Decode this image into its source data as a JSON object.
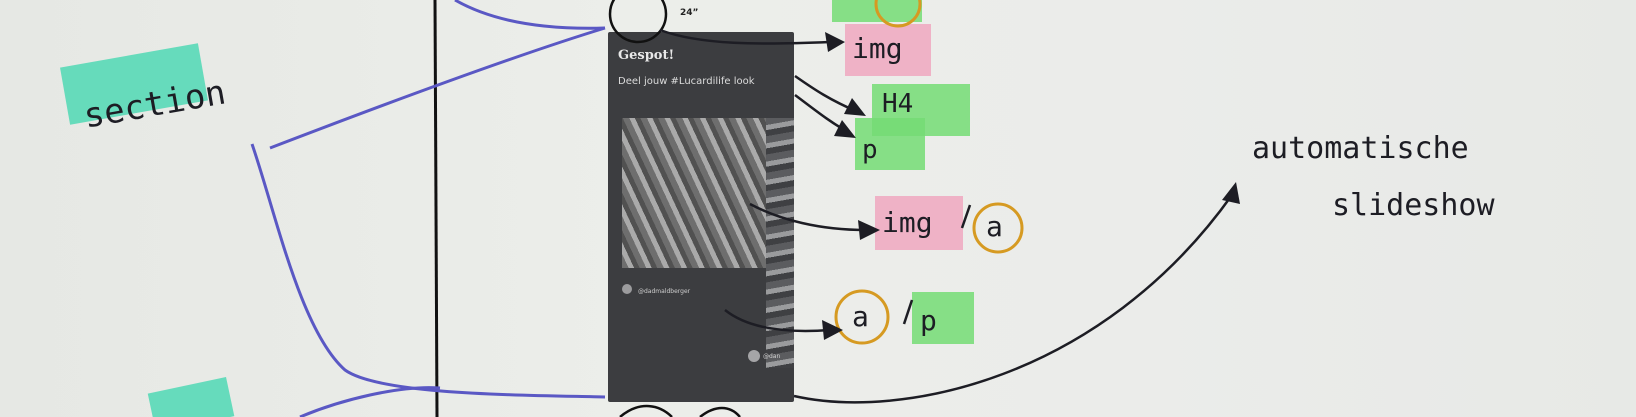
{
  "labels": {
    "section": "section",
    "img_1": "img",
    "h4": "H4",
    "p_1": "p",
    "img_2": "img",
    "a_1": "a",
    "a_2": "a",
    "p_2": "p",
    "auto_1": "automatische",
    "auto_2": "slideshow"
  },
  "phone": {
    "time": "24”",
    "title": "Gespot!",
    "subtitle": "Deel jouw #Lucardilife look",
    "handle": "@dadmaldberger",
    "handle2": "@dan"
  },
  "colors": {
    "highlight_teal": "#4fd8b4",
    "highlight_pink": "#f0a7bf",
    "highlight_green": "#74dc74",
    "circle_orange": "#d69a22",
    "line_blue": "#5a58c4",
    "ink": "#1d1d24"
  }
}
